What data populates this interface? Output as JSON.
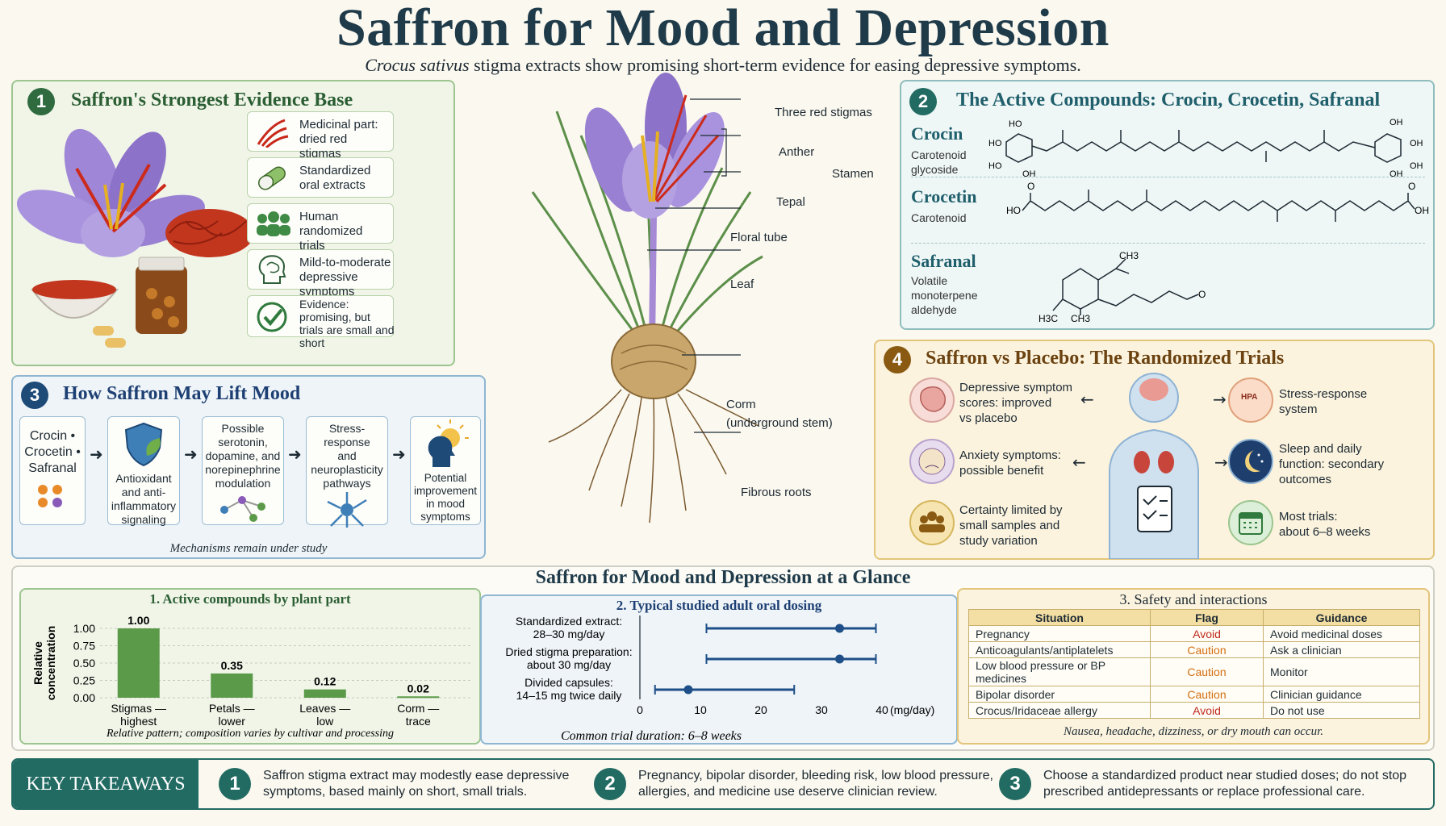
{
  "header": {
    "title": "Saffron for Mood and Depression",
    "subtitle_italic": "Crocus sativus",
    "subtitle_rest": " stigma extracts show promising short-term evidence for easing depressive symptoms."
  },
  "panel1": {
    "num": "1",
    "title": "Saffron's Strongest Evidence Base",
    "cards": [
      {
        "icon": "stigma-threads-icon",
        "text": "Medicinal part: dried red stigmas"
      },
      {
        "icon": "capsule-icon",
        "text": "Standardized oral extracts"
      },
      {
        "icon": "people-group-icon",
        "text": "Human randomized trials"
      },
      {
        "icon": "head-brain-icon",
        "text": "Mild-to-moderate depressive symptoms"
      },
      {
        "icon": "checkmark-icon",
        "text": "Evidence: promising, but trials are small and short"
      }
    ]
  },
  "panel3": {
    "num": "3",
    "title": "How Saffron May Lift Mood",
    "steps": [
      "Crocin •\nCrocetin •\nSafranal",
      "Antioxidant\nand anti-\ninflammatory\nsignaling",
      "Possible\nserotonin,\ndopamine, and\nnorepinephrine\nmodulation",
      "Stress-response\nand\nneuroplasticity\npathways",
      "Potential\nimprovement\nin mood\nsymptoms"
    ],
    "note": "Mechanisms remain under study"
  },
  "plant": {
    "labels": [
      "Three red stigmas",
      "Anther",
      "Stamen",
      "Tepal",
      "Floral tube",
      "Leaf",
      "Corm",
      "(underground stem)",
      "Fibrous roots"
    ]
  },
  "panel2": {
    "num": "2",
    "title": "The Active Compounds: Crocin, Crocetin, Safranal",
    "compounds": [
      {
        "name": "Crocin",
        "desc": "Carotenoid\nglycoside"
      },
      {
        "name": "Crocetin",
        "desc": "Carotenoid"
      },
      {
        "name": "Safranal",
        "desc": "Volatile\nmonoterpene\naldehyde"
      }
    ],
    "chem_labels": {
      "ho": "HO",
      "oh": "OH",
      "ch3": "CH3",
      "h3c": "H3C",
      "o": "O"
    }
  },
  "panel4": {
    "num": "4",
    "title": "Saffron vs Placebo: The Randomized Trials",
    "left": [
      "Depressive symptom\nscores: improved\nvs placebo",
      "Anxiety symptoms:\npossible benefit",
      "Certainty limited by\nsmall samples and\nstudy variation"
    ],
    "right": [
      "Stress-response\nsystem",
      "Sleep and daily\nfunction: secondary\noutcomes",
      "Most trials:\nabout 6–8 weeks"
    ],
    "hpa": "HPA"
  },
  "glance": {
    "title": "Saffron for Mood and Depression at a Glance"
  },
  "chart_data": [
    {
      "type": "bar",
      "title": "1. Active compounds by plant part",
      "categories": [
        "Stigmas —\nhighest",
        "Petals —\nlower",
        "Leaves —\nlow",
        "Corm —\ntrace"
      ],
      "values": [
        1.0,
        0.35,
        0.12,
        0.02
      ],
      "value_labels": [
        "1.00",
        "0.35",
        "0.12",
        "0.02"
      ],
      "ylabel": "Relative\nconcentration",
      "yticks": [
        "1.00",
        "0.75",
        "0.50",
        "0.25",
        "0.00"
      ],
      "ylim": [
        0,
        1
      ],
      "note": "Relative pattern; composition varies by cultivar and processing",
      "color": "#5a9a48"
    },
    {
      "type": "scatter",
      "title": "2. Typical studied adult oral dosing",
      "rows": [
        {
          "label": "Standardized extract:\n28–30 mg/day",
          "low": 11,
          "high": 39,
          "point": 33
        },
        {
          "label": "Dried stigma preparation:\nabout 30 mg/day",
          "low": 11,
          "high": 39,
          "point": 33
        },
        {
          "label": "Divided capsules:\n14–15 mg twice daily",
          "low": 2.5,
          "high": 25.5,
          "point": 8
        }
      ],
      "xticks": [
        "0",
        "10",
        "20",
        "30",
        "40"
      ],
      "xlim": [
        0,
        40
      ],
      "xunit": "(mg/day)",
      "note": "Common trial duration: 6–8 weeks",
      "color": "#1e4f88"
    }
  ],
  "safety": {
    "title": "3. Safety and interactions",
    "headers": [
      "Situation",
      "Flag",
      "Guidance"
    ],
    "rows": [
      {
        "situation": "Pregnancy",
        "flag": "Avoid",
        "guidance": "Avoid medicinal doses"
      },
      {
        "situation": "Anticoagulants/antiplatelets",
        "flag": "Caution",
        "guidance": "Ask a clinician"
      },
      {
        "situation": "Low blood pressure or BP medicines",
        "flag": "Caution",
        "guidance": "Monitor"
      },
      {
        "situation": "Bipolar disorder",
        "flag": "Caution",
        "guidance": "Clinician guidance"
      },
      {
        "situation": "Crocus/Iridaceae allergy",
        "flag": "Avoid",
        "guidance": "Do not use"
      }
    ],
    "note": "Nausea, headache, dizziness, or dry mouth can occur."
  },
  "takeaways": {
    "label": "KEY TAKEAWAYS",
    "items": [
      {
        "num": "1",
        "text": "Saffron stigma extract may modestly ease depressive\nsymptoms, based mainly on short, small trials."
      },
      {
        "num": "2",
        "text": "Pregnancy, bipolar disorder, bleeding risk, low blood pressure,\nallergies, and medicine use deserve clinician review."
      },
      {
        "num": "3",
        "text": "Choose a standardized product near studied doses; do not stop\nprescribed antidepressants or replace professional care."
      }
    ]
  }
}
